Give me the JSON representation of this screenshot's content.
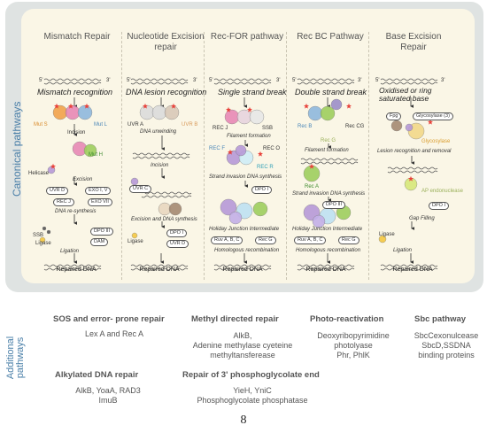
{
  "side_labels": {
    "canonical": "Canonical pathways",
    "additional": "Additional pathways"
  },
  "columns": [
    {
      "title": "Mismatch Repair",
      "first_step": "Mismatch recognition",
      "labels": {
        "muts": "Mut S",
        "mutl": "Mut L",
        "incision": "Incision",
        "muth": "Mut H",
        "helicase": "Helicase",
        "excision": "Excision",
        "uvrd": "UVR D",
        "exo15": "EXO I, V",
        "recj": "REC J",
        "exo7": "EXO VII",
        "resynth": "DNA re-synthesis",
        "ssb": "SSB",
        "dpo3": "DPO III",
        "dam": "DAM",
        "ligase": "Ligase",
        "ligation": "Ligation"
      },
      "result": "Repaired DNA"
    },
    {
      "title": "Nucleotide Excision repair",
      "first_step": "DNA lesion recognition",
      "labels": {
        "uvra": "UVR A",
        "uvrb": "UVR B",
        "unwinding": "DNA unwinding",
        "incision": "Incision",
        "uvrc": "UVR C",
        "excision_synth": "Excision and DNA synthesis",
        "ligase": "Ligase",
        "dpo1": "DPO I",
        "uvrd": "UVR D"
      },
      "result": "Repaired DNA"
    },
    {
      "title": "Rec-FOR pathway",
      "first_step": "Single strand break",
      "labels": {
        "recj": "REC J",
        "ssb": "SSB",
        "filament": "Filament formation",
        "recf": "REC F",
        "reco": "REC O",
        "recr": "REC R",
        "invasion": "Strand invasion DNA synthesis",
        "dpo1": "DPO I",
        "holliday": "Holiday Junction Intermediate",
        "ruv": "Ruv A, B, C",
        "recg": "Rec G",
        "homologous": "Homologous recombination"
      },
      "result": "Repaired DNA"
    },
    {
      "title": "Rec BC Pathway",
      "first_step": "Double strand break",
      "labels": {
        "recb": "Rec B",
        "reccg": "Rec CG",
        "recg_small": "Rec G",
        "filament": "Filament formation",
        "reca": "Rec A",
        "invasion": "Strand invasion DNA synthesis",
        "dpo3": "DPO III",
        "holliday": "Holiday Junction Intermediate",
        "ruv": "Ruv A, B, C",
        "recg": "Rec G",
        "homologous": "Homologous recombination"
      },
      "result": "Repaired DNA"
    },
    {
      "title": "Base Excision Repair",
      "first_step": "Oxidised or ring saturated base",
      "labels": {
        "fpg": "Fpg",
        "glycosylase3": "Glycosylase (3)",
        "glycosylase": "Glycosylase",
        "lesion": "Lesion recognition and removal",
        "ap": "AP endonuclease",
        "dpo1": "DPO I",
        "gapfill": "Gap Filling",
        "ligase": "Ligase",
        "ligation": "Ligation"
      },
      "result": "Repaired DNA"
    }
  ],
  "strand_ends": {
    "five": "5'",
    "three": "3'"
  },
  "additional": [
    {
      "title": "SOS and error- prone  repair",
      "body": "Lex A and Rec A"
    },
    {
      "title": "Methyl directed repair",
      "body": "AlkB,\nAdenine methylase cyeteine\nmethyltansferease"
    },
    {
      "title": "Photo-reactivation",
      "body": "Deoxyribopyrimidine\nphotolyase\nPhr, PhlK"
    },
    {
      "title": "Sbc pathway",
      "body": "SbcCexonulcease\nSbcD,SSDNA\nbinding proteins"
    },
    {
      "title": "Alkylated DNA repair",
      "body": "AlkB, YoaA, RAD3\nImuB"
    },
    {
      "title": "Repair of 3' phosphoglycolate end",
      "body": "YieH, YniC\nPhosphoglycolate phosphatase"
    }
  ],
  "page_number": "8",
  "colors": {
    "panel": "#dfe3e2",
    "inner": "#faf6e6",
    "star": "#e8413a",
    "pink": "#e889b6",
    "blue": "#8fb8de",
    "green": "#9fcf5e",
    "orange": "#f2a24b",
    "purple": "#b79ad8",
    "brown": "#a58a72"
  }
}
